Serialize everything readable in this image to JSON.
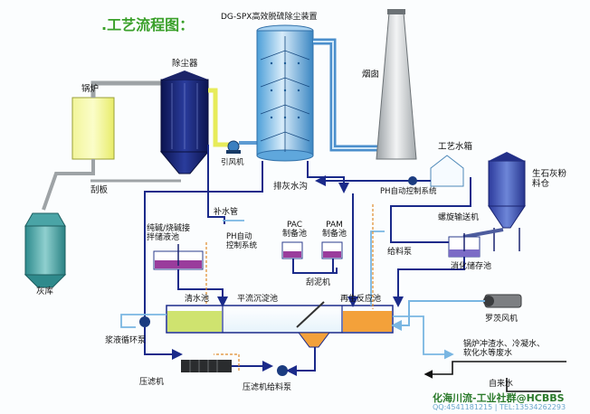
{
  "title": ".工艺流程图：",
  "labels": {
    "device": "DG-SPX高效脱硫除尘装置",
    "chimney": "烟囱",
    "boiler": "锅炉",
    "dust_collector": "除尘器",
    "induced_fan": "引风机",
    "scraper": "刮板",
    "ash_store": "灰库",
    "ash_ditch": "排灰水沟",
    "process_tank": "工艺水箱",
    "lime_silo": "生石灰粉料仓",
    "ph_system_right": "PH自动控制系统",
    "screw_conveyor": "螺旋输送机",
    "slaking_tank": "消化储存池",
    "feed_pump": "给料泵",
    "pac": "PAC\n制备池",
    "pam": "PAM\n制备池",
    "alkali_tank": "纯碱/烧碱接\n拌储液池",
    "makeup_pipe": "补水管",
    "ph_system_left": "PH自动\n控制系统",
    "mud_scraper": "刮泥机",
    "clear_tank": "清水池",
    "sedimentation": "平流沉淀池",
    "regen_tank": "再生反应池",
    "roots_blower": "罗茨风机",
    "slurry_pump": "浆液循环泵",
    "filter_press": "压滤机",
    "filter_feed_pump": "压滤机给料泵",
    "wastewater": "锅炉冲渣水、冷凝水、\n软化水等废水",
    "tap_water": "自来水"
  },
  "watermark": {
    "text1": "化海川流-工业社群@HCBBS",
    "text2": "QQ:4541181215 | TEL:13534262293"
  }
}
